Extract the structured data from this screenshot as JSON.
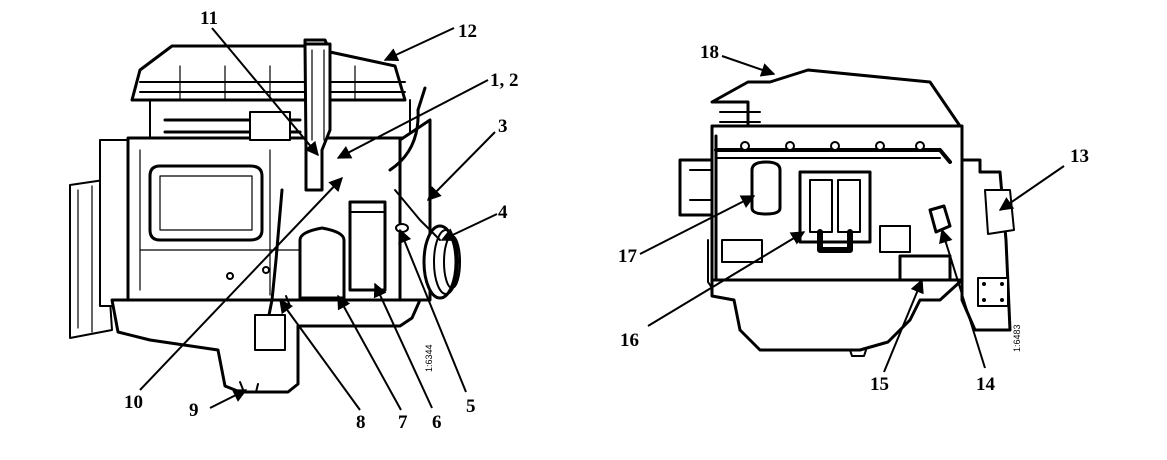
{
  "left_view": {
    "figure_id": "1:6344",
    "callouts": {
      "c1": "1, 2",
      "c3": "3",
      "c4": "4",
      "c5": "5",
      "c6": "6",
      "c7": "7",
      "c8": "8",
      "c9": "9",
      "c10": "10",
      "c11": "11",
      "c12": "12"
    }
  },
  "right_view": {
    "figure_id": "1:6483",
    "callouts": {
      "c13": "13",
      "c14": "14",
      "c15": "15",
      "c16": "16",
      "c17": "17",
      "c18": "18"
    }
  },
  "colors": {
    "ink": "#000000",
    "paper": "#ffffff"
  }
}
